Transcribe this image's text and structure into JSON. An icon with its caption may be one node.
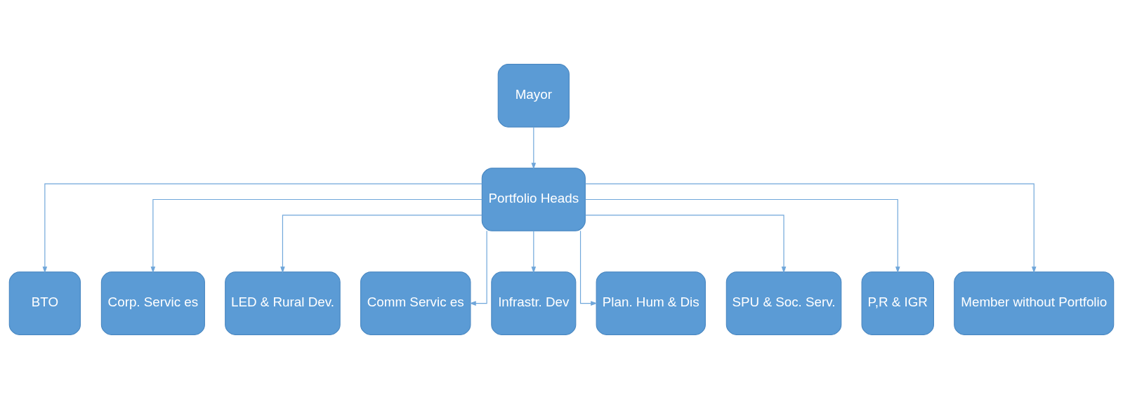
{
  "diagram": {
    "nodes": [
      {
        "text": [
          "Mayor"
        ]
      },
      {
        "text": [
          "Portfolio Heads"
        ]
      },
      {
        "text": [
          "BTO"
        ]
      },
      {
        "text": [
          "Corp. Servic es"
        ]
      },
      {
        "text": [
          "LED & Rural Dev."
        ]
      },
      {
        "text": [
          "Comm Servic es"
        ]
      },
      {
        "text": [
          "Infrastr. Dev"
        ]
      },
      {
        "text": [
          "Plan. Hum & Dis"
        ]
      },
      {
        "text": [
          "SPU & Soc. Serv."
        ]
      },
      {
        "text": [
          "P,R & IGR"
        ]
      },
      {
        "text": [
          "Member without Portfolio"
        ]
      }
    ],
    "edges": [
      {
        "from": 0,
        "to": 1,
        "arrow": "to"
      },
      {
        "from": 1,
        "to": 2,
        "arrow": "to"
      },
      {
        "from": 1,
        "to": 3,
        "arrow": "to"
      },
      {
        "from": 1,
        "to": 4,
        "arrow": "to"
      },
      {
        "from": 1,
        "to": 5,
        "arrow": "to"
      },
      {
        "from": 1,
        "to": 6,
        "arrow": "to"
      },
      {
        "from": 1,
        "to": 7,
        "arrow": "to"
      },
      {
        "from": 1,
        "to": 8,
        "arrow": "to"
      },
      {
        "from": 1,
        "to": 9,
        "arrow": "to"
      },
      {
        "from": 1,
        "to": 10,
        "arrow": "to"
      }
    ]
  }
}
